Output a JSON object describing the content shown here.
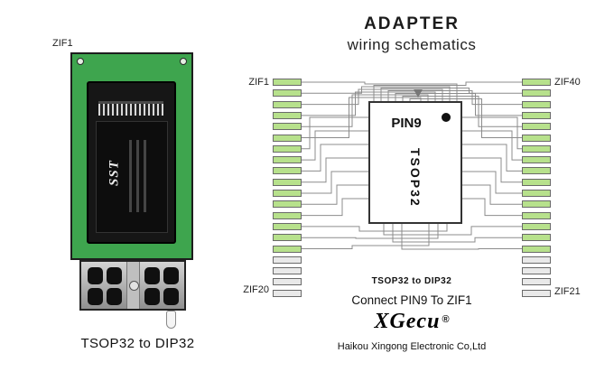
{
  "left_adapter": {
    "zif_label": "ZIF1",
    "chip_brand": "SST",
    "caption": "TSOP32  to DIP32"
  },
  "schematic": {
    "title": "ADAPTER",
    "subtitle": "wiring schematics",
    "pin_labels": {
      "top_left": "ZIF1",
      "top_right": "ZIF40",
      "bottom_left": "ZIF20",
      "bottom_right": "ZIF21"
    },
    "chip": {
      "pin_marker": "PIN9",
      "name": "TSOP32"
    },
    "pins": {
      "per_side": 20,
      "connected_per_side": 16
    },
    "caption": "TSOP32  to DIP32",
    "instruction": "Connect PIN9  To ZIF1",
    "brand": "XGecu",
    "registered_mark": "®",
    "company": "Haikou Xingong Electronic Co,Ltd"
  },
  "colors": {
    "pad_connected": "#b7e18c",
    "pad_unconnected": "#e9e9e9",
    "pcb_green": "#3ea54e",
    "wire": "#8c8c8c"
  }
}
